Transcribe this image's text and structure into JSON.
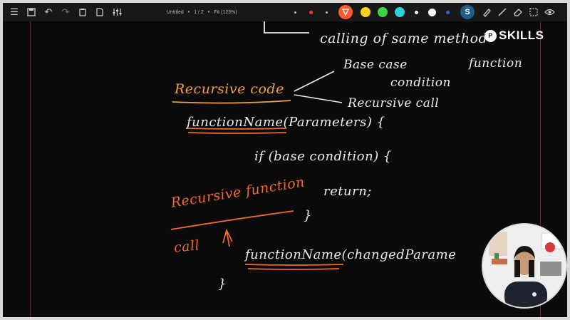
{
  "toolbar": {
    "doc_name": "Untitled",
    "page_indicator": "1 / 2",
    "zoom": "Fit (123%)",
    "colors": [
      "#e23b3b",
      "#ff5a2b",
      "#ffd21f",
      "#3fd34a",
      "#2fd0dd",
      "#ffffff",
      "#ffffff",
      "#3a63d8"
    ]
  },
  "brand": {
    "badge": "P",
    "name": "SKILLS"
  },
  "notes": {
    "line1": "calling of same method",
    "base_case": "Base case",
    "condition": "condition",
    "function_word": "function",
    "recursive_code": "Recursive code",
    "recursive_call": "Recursive call",
    "signature": "functionName(Parameters) {",
    "if_line": "if (base condition) {",
    "return_line": "return;",
    "close_brace_1": "}",
    "recursive_function": "Recursive function",
    "call_word": "call",
    "call_line": "functionName(changedParame",
    "close_brace_2": "}"
  }
}
